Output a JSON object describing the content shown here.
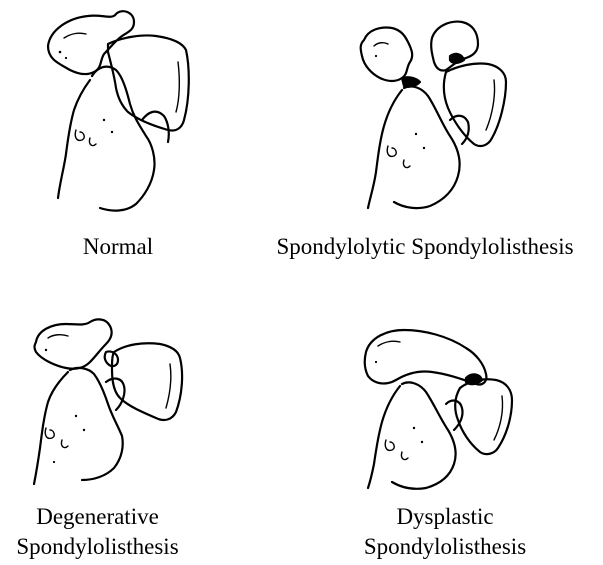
{
  "panels": {
    "normal": {
      "caption_lines": [
        "Normal"
      ],
      "icon": "normal-vertebra-drawing"
    },
    "spondylolytic": {
      "caption_lines": [
        "Spondylolytic Spondylolisthesis"
      ],
      "icon": "spondylolytic-vertebra-drawing"
    },
    "degenerative": {
      "caption_lines": [
        "Degenerative",
        "Spondylolisthesis"
      ],
      "icon": "degenerative-vertebra-drawing"
    },
    "dysplastic": {
      "caption_lines": [
        "Dysplastic",
        "Spondylolisthesis"
      ],
      "icon": "dysplastic-vertebra-drawing"
    }
  },
  "colors": {
    "line": "#000000",
    "background": "#ffffff"
  }
}
